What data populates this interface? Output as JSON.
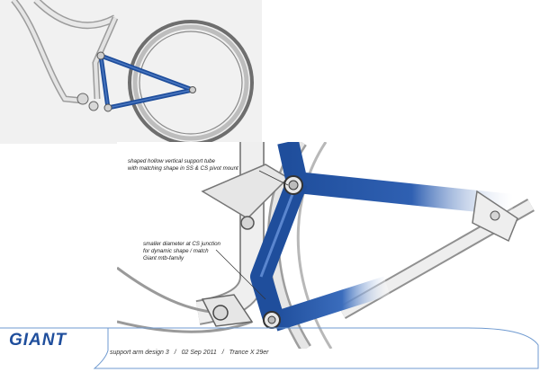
{
  "callouts": {
    "vertical_tube": {
      "line1": "shaped hollow vertical support tube",
      "line2": "with matching shape in SS & CS pivot mount"
    },
    "cs_junction": {
      "line1": "smaller diameter at CS junction",
      "line2": "for dynamic shape / match",
      "line3": "Giant mtb-family"
    }
  },
  "brand": {
    "logo_text": "GIANT"
  },
  "caption": {
    "design": "support arm design 3",
    "sep1": "/",
    "date": "02 Sep 2011",
    "sep2": "/",
    "model": "Trance X 29er"
  },
  "colors": {
    "accent_blue": "#1f4e9c",
    "frame_gray": "#bdbdbd",
    "inset_bg": "#f1f1f1",
    "footer_line": "#6f9ad0"
  }
}
